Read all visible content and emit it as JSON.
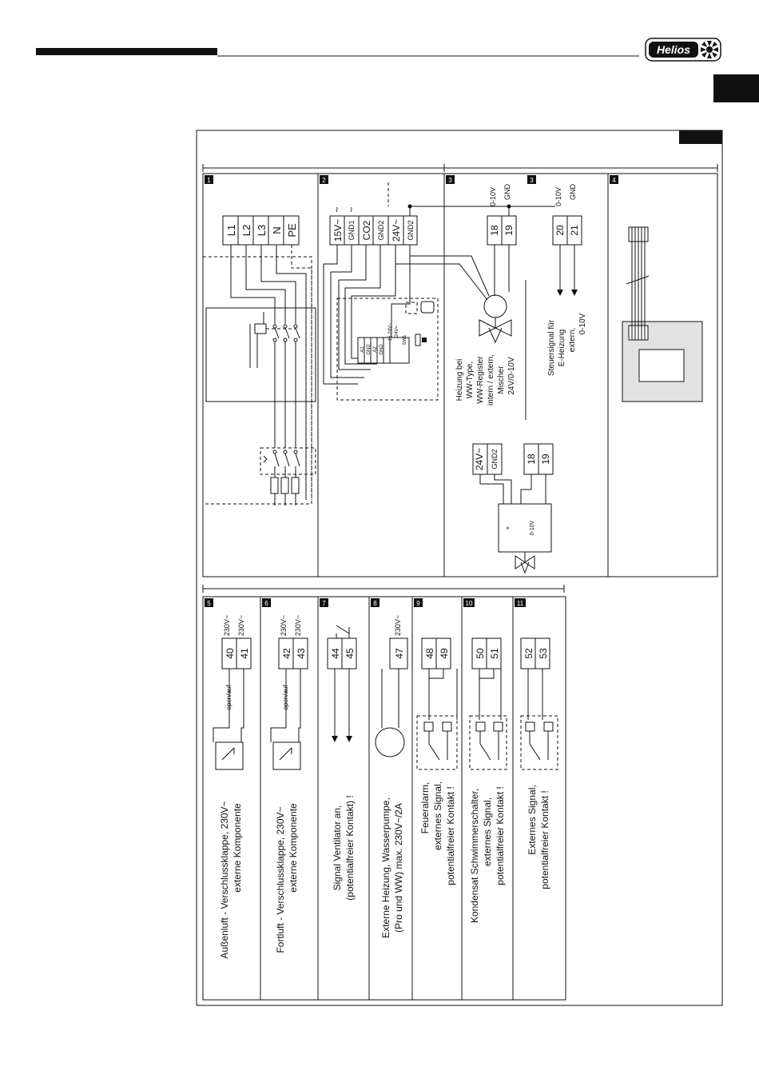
{
  "brand": {
    "logo_text": "Helios"
  },
  "sections": {
    "s1": {
      "num": "1"
    },
    "s2": {
      "num": "2"
    },
    "s3a": {
      "num": "3"
    },
    "s3b": {
      "num": "3"
    },
    "s4": {
      "num": "4"
    },
    "s5": {
      "num": "5"
    },
    "s6": {
      "num": "6"
    },
    "s7": {
      "num": "7"
    },
    "s8": {
      "num": "8"
    },
    "s9": {
      "num": "9"
    },
    "s10": {
      "num": "10"
    },
    "s11": {
      "num": "11"
    }
  },
  "power_terminals": [
    "L1",
    "L2",
    "L3",
    "N",
    "PE"
  ],
  "sensor_terminals": [
    "15V~",
    "GND1",
    "CO2",
    "GND2",
    "24V~",
    "GND2"
  ],
  "sensor_tilde": "~",
  "sensor_board": {
    "pins": [
      "A1",
      "GND",
      "A2",
      "GND",
      "15-24V~",
      "/24V="
    ],
    "sw": "SW1"
  },
  "heating": {
    "header_signal": "0-10V",
    "header_gnd": "GND",
    "terminal_a": "18",
    "terminal_b": "19",
    "description": [
      "Heizung bei",
      "WW-Type,",
      "WW-Register",
      "intern / extern,",
      "Mischer",
      "24V/0-10V"
    ],
    "lower_terminals": [
      "24V~",
      "GND2"
    ],
    "lower_signal_terminals": [
      "18",
      "19"
    ],
    "actuator_label": "0-10V",
    "actuator_plus": "+"
  },
  "ext_heating": {
    "header_signal": "0-10V",
    "header_gnd": "GND",
    "terminal_a": "20",
    "terminal_b": "21",
    "description": [
      "Steuersignal für",
      "E-Heizung",
      "extern,",
      "0-10V"
    ]
  },
  "bottom": {
    "s5": {
      "t1": "40",
      "t2": "41",
      "v1": "230V~",
      "v2": "230V~",
      "wire": "open/auf",
      "description": [
        "Außenluft - Verschlussklappe, 230V~",
        "externe Komponente"
      ]
    },
    "s6": {
      "t1": "42",
      "t2": "43",
      "v1": "230V~",
      "v2": "230V~",
      "wire": "open/auf",
      "description": [
        "Fortluft - Verschlussklappe, 230V~",
        "externe Komponente"
      ]
    },
    "s7": {
      "t1": "44",
      "t2": "45",
      "description": [
        "Signal Ventilator an,",
        "(potentialfreier Kontakt) !"
      ]
    },
    "s8": {
      "t1": "47",
      "v1": "230V~",
      "description": [
        "Externe Heizung, Wasserpumpe,",
        "(Pro und WW) max. 230V~/2A"
      ]
    },
    "s9": {
      "t1": "48",
      "t2": "49",
      "description": [
        "Feueralarm,",
        "externes Signal,",
        "potentialfreier Kontakt !"
      ]
    },
    "s10": {
      "t1": "50",
      "t2": "51",
      "description": [
        "Kondensat Schwimmerschalter,",
        "externes Signal,",
        "potentialfreier Kontakt !"
      ]
    },
    "s11": {
      "t1": "52",
      "t2": "53",
      "description": [
        "Externes Signal,",
        "potentialfreier Kontakt !"
      ]
    }
  }
}
